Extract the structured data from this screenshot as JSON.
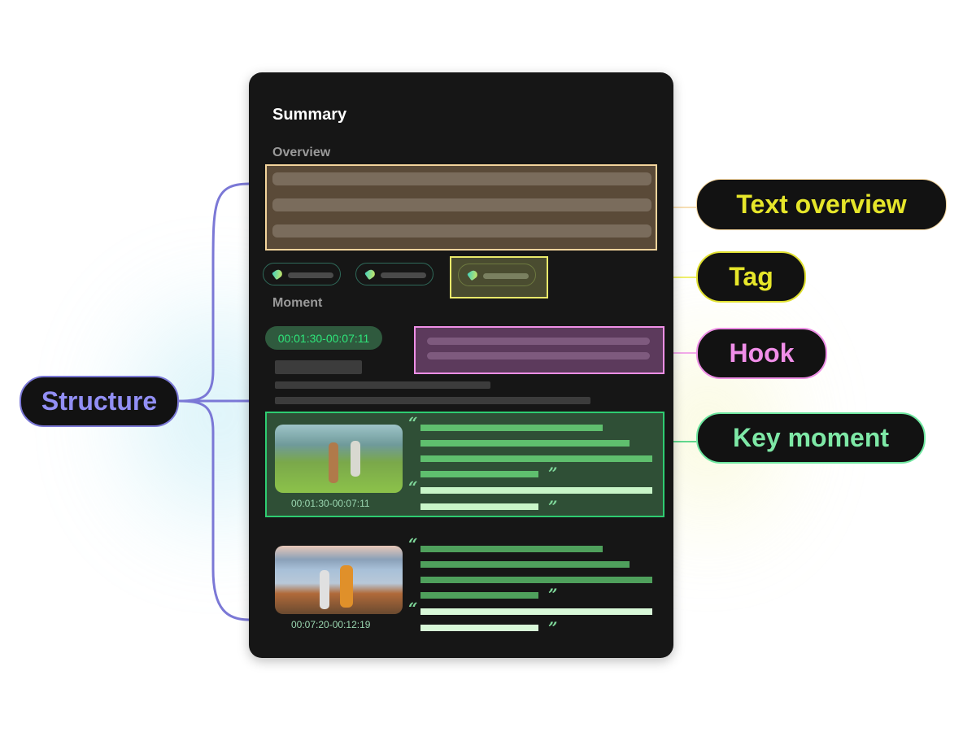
{
  "card": {
    "title": "Summary",
    "overview_label": "Overview",
    "moment_label": "Moment",
    "moment_time_badge": "00:01:30-00:07:11",
    "key_moments": [
      {
        "time": "00:01:30-00:07:11",
        "image": "hikers-on-green-meadow"
      },
      {
        "time": "00:07:20-00:12:19",
        "image": "hikers-by-mountain-lake"
      }
    ]
  },
  "callouts": {
    "text_overview": "Text overview",
    "tag": "Tag",
    "hook": "Hook",
    "key_moment": "Key moment",
    "structure": "Structure"
  },
  "colors": {
    "overview": "#f3d49c",
    "tag": "#eaea6a",
    "hook": "#ee8fe6",
    "key_moment": "#2ecc71",
    "structure": "#7b78d6"
  }
}
